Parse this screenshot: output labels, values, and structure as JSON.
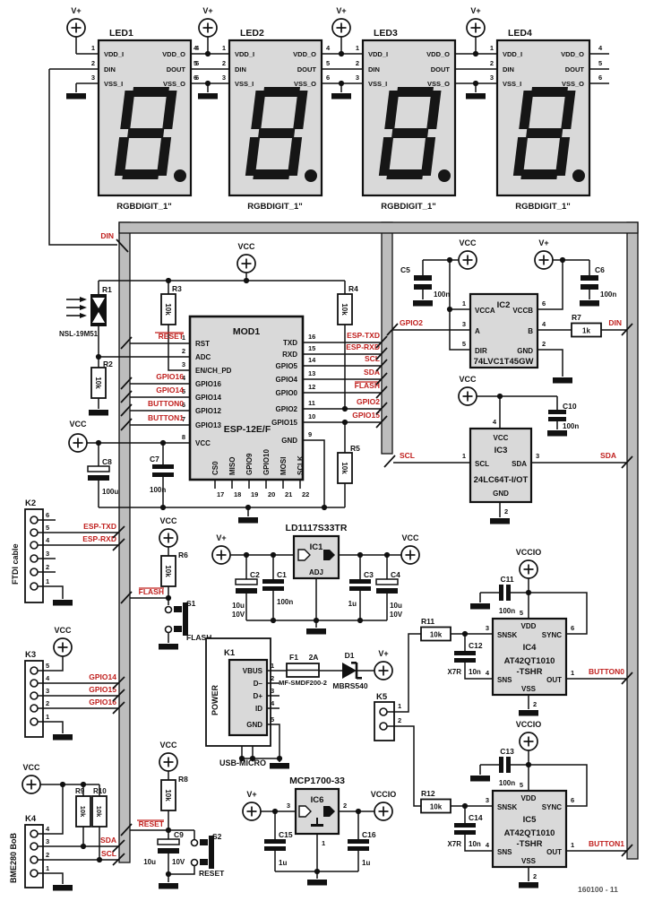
{
  "colors": {
    "red": "#c0201e",
    "bus": "#bdbdbd",
    "comp": "#d9d9d9"
  },
  "footer": "160100 - 11",
  "nets": {
    "vplus": "V+",
    "vcc": "VCC",
    "vccio": "VCCIO"
  },
  "signals": {
    "din": "DIN",
    "reset": "RESET",
    "flash": "FLASH",
    "gpio16": "GPIO16",
    "gpio14": "GPIO14",
    "gpio15": "GPIO15",
    "gpio2": "GPIO2",
    "button0": "BUTTON0",
    "button1": "BUTTON1",
    "esp_txd": "ESP-TXD",
    "esp_rxd": "ESP-RXD",
    "scl": "SCL",
    "sda": "SDA"
  },
  "led_display": {
    "part": "RGBDIGIT_1\"",
    "pin_names": {
      "vdd_i": "VDD_I",
      "din": "DIN",
      "vss_i": "VSS_I",
      "vdd_o": "VDD_O",
      "dout": "DOUT",
      "vss_o": "VSS_O"
    },
    "pin_numbers": {
      "p1": "1",
      "p2": "2",
      "p3": "3",
      "p4": "4",
      "p5": "5",
      "p6": "6"
    }
  },
  "leds": [
    {
      "ref": "LED1"
    },
    {
      "ref": "LED2"
    },
    {
      "ref": "LED3"
    },
    {
      "ref": "LED4"
    }
  ],
  "mod1": {
    "ref": "MOD1",
    "part": "ESP-12E/F",
    "left_pins": [
      {
        "n": "1",
        "name": "RST"
      },
      {
        "n": "2",
        "name": "ADC"
      },
      {
        "n": "3",
        "name": "EN/CH_PD"
      },
      {
        "n": "4",
        "name": "GPIO16"
      },
      {
        "n": "5",
        "name": "GPIO14"
      },
      {
        "n": "6",
        "name": "GPIO12"
      },
      {
        "n": "7",
        "name": "GPIO13"
      },
      {
        "n": "8",
        "name": "VCC"
      }
    ],
    "right_pins": [
      {
        "n": "16",
        "name": "TXD"
      },
      {
        "n": "15",
        "name": "RXD"
      },
      {
        "n": "14",
        "name": "GPIO5"
      },
      {
        "n": "13",
        "name": "GPIO4"
      },
      {
        "n": "12",
        "name": "GPIO0"
      },
      {
        "n": "11",
        "name": "GPIO2"
      },
      {
        "n": "10",
        "name": "GPIO15"
      },
      {
        "n": "9",
        "name": "GND"
      }
    ],
    "bottom_pins": [
      {
        "n": "17",
        "name": "CS0"
      },
      {
        "n": "18",
        "name": "MISO"
      },
      {
        "n": "19",
        "name": "GPIO9"
      },
      {
        "n": "20",
        "name": "GPIO10"
      },
      {
        "n": "21",
        "name": "MOSI"
      },
      {
        "n": "22",
        "name": "SCLK"
      }
    ]
  },
  "ic1": {
    "ref": "IC1",
    "part": "LD1117S33TR",
    "adj": "ADJ"
  },
  "ic2": {
    "ref": "IC2",
    "part": "74LVC1T45GW",
    "pins": {
      "vcca": "VCCA",
      "a": "A",
      "dir": "DIR",
      "vccb": "VCCB",
      "b": "B",
      "gnd": "GND",
      "n1": "1",
      "n3": "3",
      "n5": "5",
      "n6": "6",
      "n4": "4",
      "n2": "2"
    }
  },
  "ic3": {
    "ref": "IC3",
    "part": "24LC64T-I/OT",
    "pins": {
      "vcc": "VCC",
      "scl": "SCL",
      "sda": "SDA",
      "gnd": "GND",
      "n4": "4",
      "n1": "1",
      "n3": "3",
      "n2": "2"
    }
  },
  "ic4": {
    "ref": "IC4",
    "part1": "AT42QT1010",
    "part2": "-TSHR"
  },
  "ic5": {
    "ref": "IC5",
    "part1": "AT42QT1010",
    "part2": "-TSHR"
  },
  "qt_pins": {
    "vdd": "VDD",
    "snsk": "SNSK",
    "sns": "SNS",
    "sync": "SYNC",
    "out": "OUT",
    "vss": "VSS",
    "n5": "5",
    "n3": "3",
    "n4": "4",
    "n6": "6",
    "n1": "1",
    "n2": "2"
  },
  "ic6": {
    "ref": "IC6",
    "part": "MCP1700-33",
    "n3": "3",
    "n2": "2",
    "n1": "1"
  },
  "resistors": {
    "r1": {
      "ref": "R1",
      "part": "NSL-19M51"
    },
    "r2": {
      "ref": "R2",
      "value": "10k"
    },
    "r3": {
      "ref": "R3",
      "value": "10k"
    },
    "r4": {
      "ref": "R4",
      "value": "10k"
    },
    "r5": {
      "ref": "R5",
      "value": "10k"
    },
    "r6": {
      "ref": "R6",
      "value": "10k"
    },
    "r7": {
      "ref": "R7",
      "value": "1k"
    },
    "r8": {
      "ref": "R8",
      "value": "10k"
    },
    "r9": {
      "ref": "R9",
      "value": "10k"
    },
    "r10": {
      "ref": "R10",
      "value": "10k"
    },
    "r11": {
      "ref": "R11",
      "value": "10k"
    },
    "r12": {
      "ref": "R12",
      "value": "10k"
    }
  },
  "caps": {
    "c1": {
      "ref": "C1",
      "value": "100n"
    },
    "c2": {
      "ref": "C2",
      "value": "10u",
      "voltage": "10V"
    },
    "c3": {
      "ref": "C3",
      "value": "1u"
    },
    "c4": {
      "ref": "C4",
      "value": "10u",
      "voltage": "10V"
    },
    "c5": {
      "ref": "C5",
      "value": "100n"
    },
    "c6": {
      "ref": "C6",
      "value": "100n"
    },
    "c7": {
      "ref": "C7",
      "value": "100n"
    },
    "c8": {
      "ref": "C8",
      "value": "100u"
    },
    "c9": {
      "ref": "C9",
      "value": "10u",
      "voltage": "10V"
    },
    "c10": {
      "ref": "C10",
      "value": "100n"
    },
    "c11": {
      "ref": "C11",
      "value": "100n"
    },
    "c12": {
      "ref": "C12",
      "value": "10n",
      "dielectric": "X7R"
    },
    "c13": {
      "ref": "C13",
      "value": "100n"
    },
    "c14": {
      "ref": "C14",
      "value": "10n",
      "dielectric": "X7R"
    },
    "c15": {
      "ref": "C15",
      "value": "1u"
    },
    "c16": {
      "ref": "C16",
      "value": "1u"
    }
  },
  "s1": {
    "ref": "S1",
    "label": "FLASH"
  },
  "s2": {
    "ref": "S2",
    "label": "RESET"
  },
  "d1": {
    "ref": "D1",
    "part": "MBRS540"
  },
  "f1": {
    "ref": "F1",
    "rating": "2A",
    "part": "MF-SMDF200-2"
  },
  "k1": {
    "ref": "K1",
    "function": "POWER",
    "part": "USB-MICRO",
    "pins": [
      {
        "n": "1",
        "name": "VBUS"
      },
      {
        "n": "2",
        "name": "D–"
      },
      {
        "n": "3",
        "name": "D+"
      },
      {
        "n": "4",
        "name": "ID"
      },
      {
        "n": "5",
        "name": "GND"
      }
    ]
  },
  "k2": {
    "ref": "K2",
    "label": "FTDI cable",
    "pin_numbers": [
      "6",
      "5",
      "4",
      "3",
      "2",
      "1"
    ]
  },
  "k3": {
    "ref": "K3",
    "pin_numbers": [
      "5",
      "4",
      "3",
      "2",
      "1"
    ]
  },
  "k4": {
    "ref": "K4",
    "label": "BME280 BoB",
    "pin_numbers": [
      "4",
      "3",
      "2",
      "1"
    ]
  },
  "k5": {
    "ref": "K5",
    "pin_numbers": [
      "1",
      "2"
    ]
  }
}
